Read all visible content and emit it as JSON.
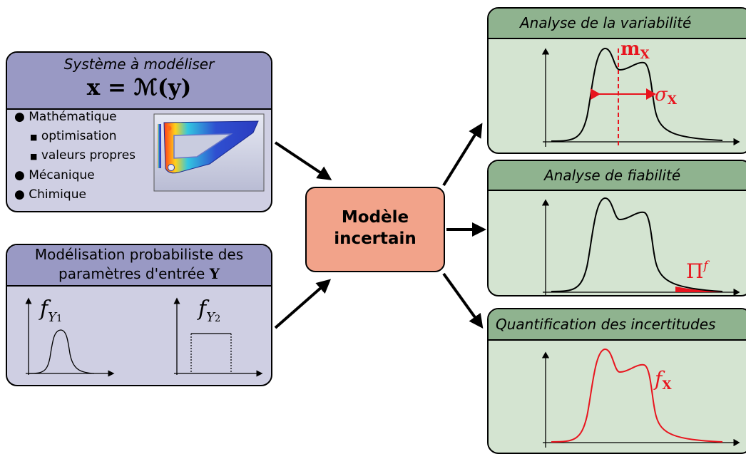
{
  "system_box": {
    "header_title": "Système à modéliser",
    "header_equation": "x = ℳ(y)",
    "items": [
      "Mathématique",
      "optimisation",
      "valeurs propres",
      "Mécanique",
      "Chimique"
    ]
  },
  "input_box": {
    "header_line1": "Modélisation probabiliste des",
    "header_line2": "paramètres d'entrée",
    "header_symbol": "Y",
    "plot1_label": "f",
    "plot1_sub": "Y",
    "plot1_subsub": "1",
    "plot2_label": "f",
    "plot2_sub": "Y",
    "plot2_subsub": "2"
  },
  "center_box": {
    "line1": "Modèle",
    "line2": "incertain"
  },
  "panel_variability": {
    "title": "Analyse de la variabilité",
    "mean_label": "m",
    "mean_sub": "X",
    "std_label": "σ",
    "std_sub": "X"
  },
  "panel_reliability": {
    "title": "Analyse de fiabilité",
    "prob_label": "Π",
    "prob_sup": "f"
  },
  "panel_quantification": {
    "title": "Quantification des incertitudes",
    "pdf_label": "f",
    "pdf_sub": "X"
  },
  "colors": {
    "left_header": "#9999c4",
    "left_body": "#cfcfe3",
    "center_fill": "#f2a38a",
    "right_header": "#8fb38f",
    "right_body": "#d4e4d1",
    "accent_red": "#e8141e"
  }
}
